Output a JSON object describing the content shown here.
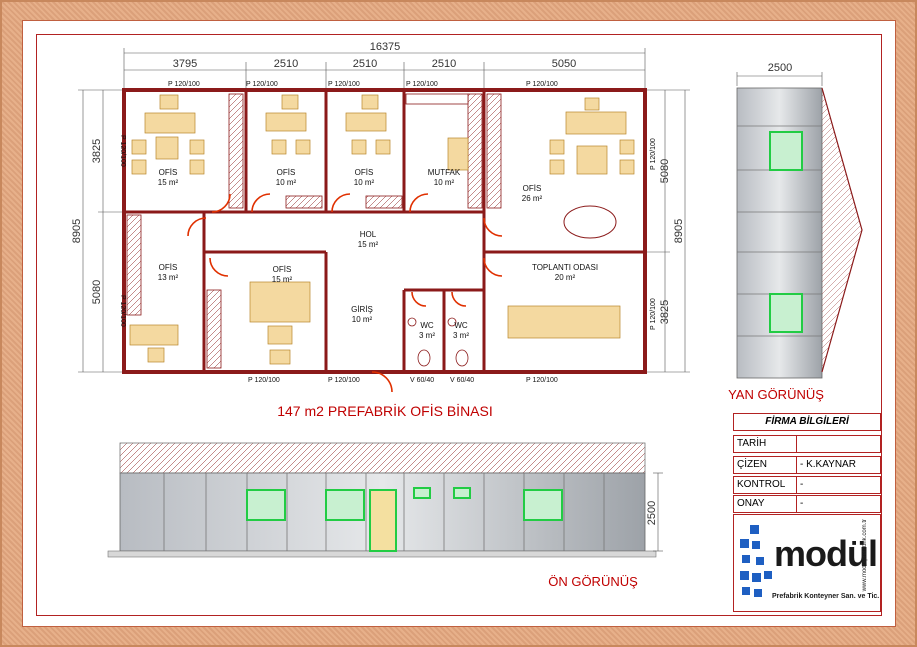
{
  "title": "147 m2 PREFABRİK OFİS BİNASI",
  "dims": {
    "total_width": "16375",
    "segments": [
      "3795",
      "2510",
      "2510",
      "2510",
      "5050"
    ],
    "left_total": "8905",
    "left_top": "3825",
    "left_bottom": "5080",
    "right_total": "8905",
    "right_top": "5080",
    "right_bottom": "3825",
    "side_width": "2500",
    "front_height": "2500"
  },
  "windows": {
    "top": [
      "P 120/100",
      "P 120/100",
      "P 120/100",
      "P 120/100",
      "P 120/100"
    ],
    "bottom": [
      "P 120/100",
      "P 120/100",
      "V 60/40",
      "V 60/40",
      "P 120/100"
    ],
    "left": [
      "P 120/100",
      "P 120/100"
    ],
    "right": [
      "P 120/100",
      "P 120/100"
    ]
  },
  "rooms": [
    {
      "name": "OFİS",
      "area": "15 m²"
    },
    {
      "name": "OFİS",
      "area": "10 m²"
    },
    {
      "name": "OFİS",
      "area": "10 m²"
    },
    {
      "name": "MUTFAK",
      "area": "10 m²"
    },
    {
      "name": "OFİS",
      "area": "26 m²"
    },
    {
      "name": "HOL",
      "area": "15 m²"
    },
    {
      "name": "OFİS",
      "area": "13 m²"
    },
    {
      "name": "OFİS",
      "area": "15 m²"
    },
    {
      "name": "GİRİŞ",
      "area": "10 m²"
    },
    {
      "name": "WC",
      "area": "3 m²"
    },
    {
      "name": "WC",
      "area": "3 m²"
    },
    {
      "name": "TOPLANTI ODASI",
      "area": "20 m²"
    }
  ],
  "views": {
    "side": "YAN GÖRÜNÜŞ",
    "front": "ÖN GÖRÜNÜŞ"
  },
  "title_block": {
    "header": "FİRMA BİLGİLERİ",
    "rows": [
      {
        "label": "TARİH",
        "value": ""
      },
      {
        "label": "ÇİZEN",
        "value": "- K.KAYNAR"
      },
      {
        "label": "KONTROL",
        "value": "-"
      },
      {
        "label": "ONAY",
        "value": "-"
      }
    ]
  },
  "logo": {
    "word": "modül",
    "sub": "Prefabrik Konteyner San. ve Tic.",
    "url": "www.modulprefabrik.com.tr"
  },
  "colors": {
    "wall": "#8b1a1a",
    "door": "#e03000",
    "glass": "#22cc44",
    "furniture": "#d4a04a",
    "dim": "#333333"
  }
}
